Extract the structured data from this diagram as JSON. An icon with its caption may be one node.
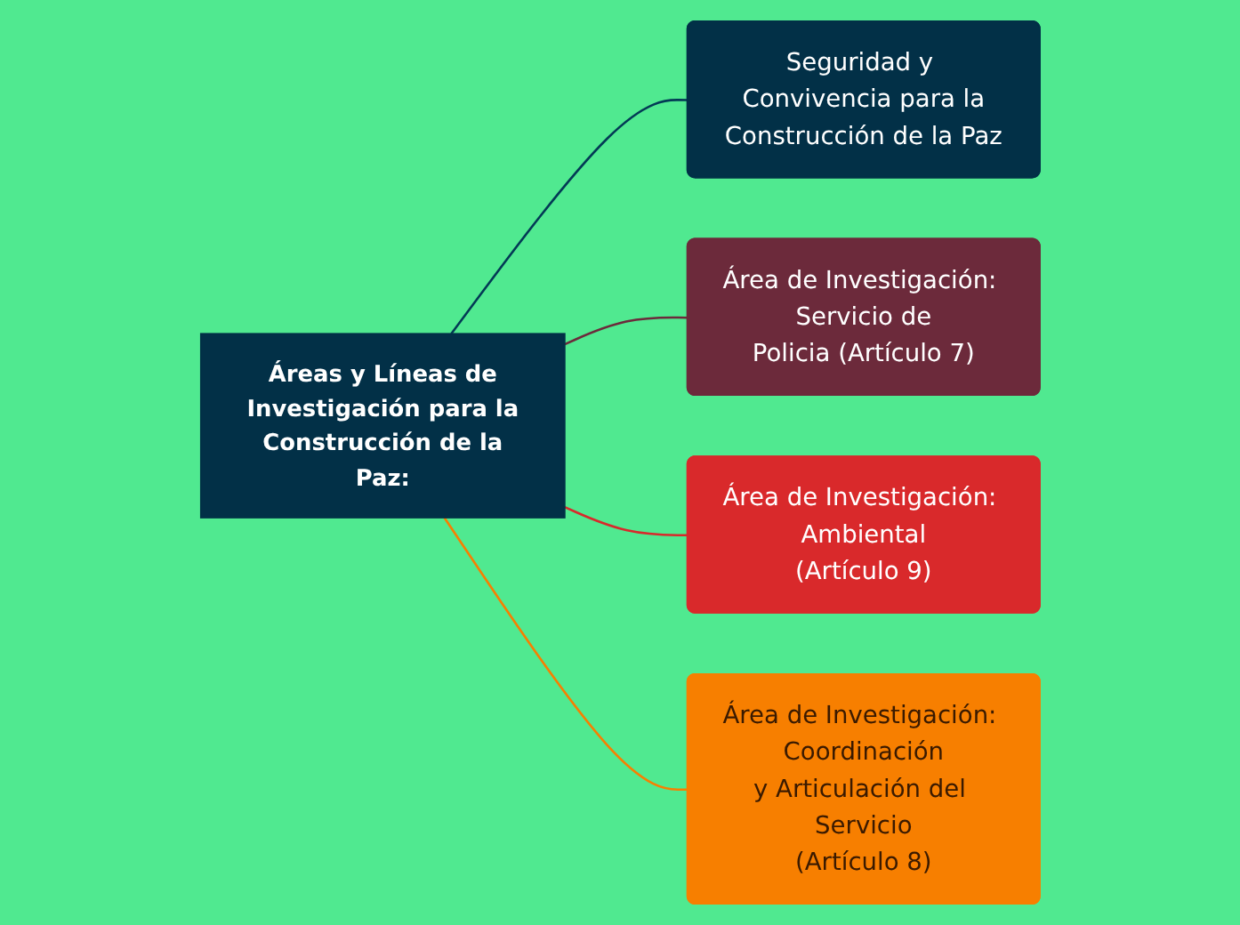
{
  "diagram": {
    "nodes": [
      {
        "text": [
          "Áreas y Líneas de Investigación para la Construcción de la Paz:"
        ]
      },
      {
        "text": [
          "Seguridad y Convivencia para la Construcción de la Paz"
        ]
      },
      {
        "text": [
          "Área de Investigación: Servicio de Policia (Artículo 7)"
        ]
      },
      {
        "text": [
          "Área de Investigación: Ambiental (Artículo 9)"
        ]
      },
      {
        "text": [
          "Área de Investigación: Coordinación y Articulación del Servicio (Artículo 8)"
        ]
      }
    ],
    "edges": [
      {
        "from": 0,
        "to": 1,
        "arrow": "none",
        "color": "#033a55"
      },
      {
        "from": 0,
        "to": 2,
        "arrow": "none",
        "color": "#6c2a3b"
      },
      {
        "from": 0,
        "to": 3,
        "arrow": "none",
        "color": "#d9292b"
      },
      {
        "from": 0,
        "to": 4,
        "arrow": "none",
        "color": "#f77f00"
      }
    ]
  }
}
